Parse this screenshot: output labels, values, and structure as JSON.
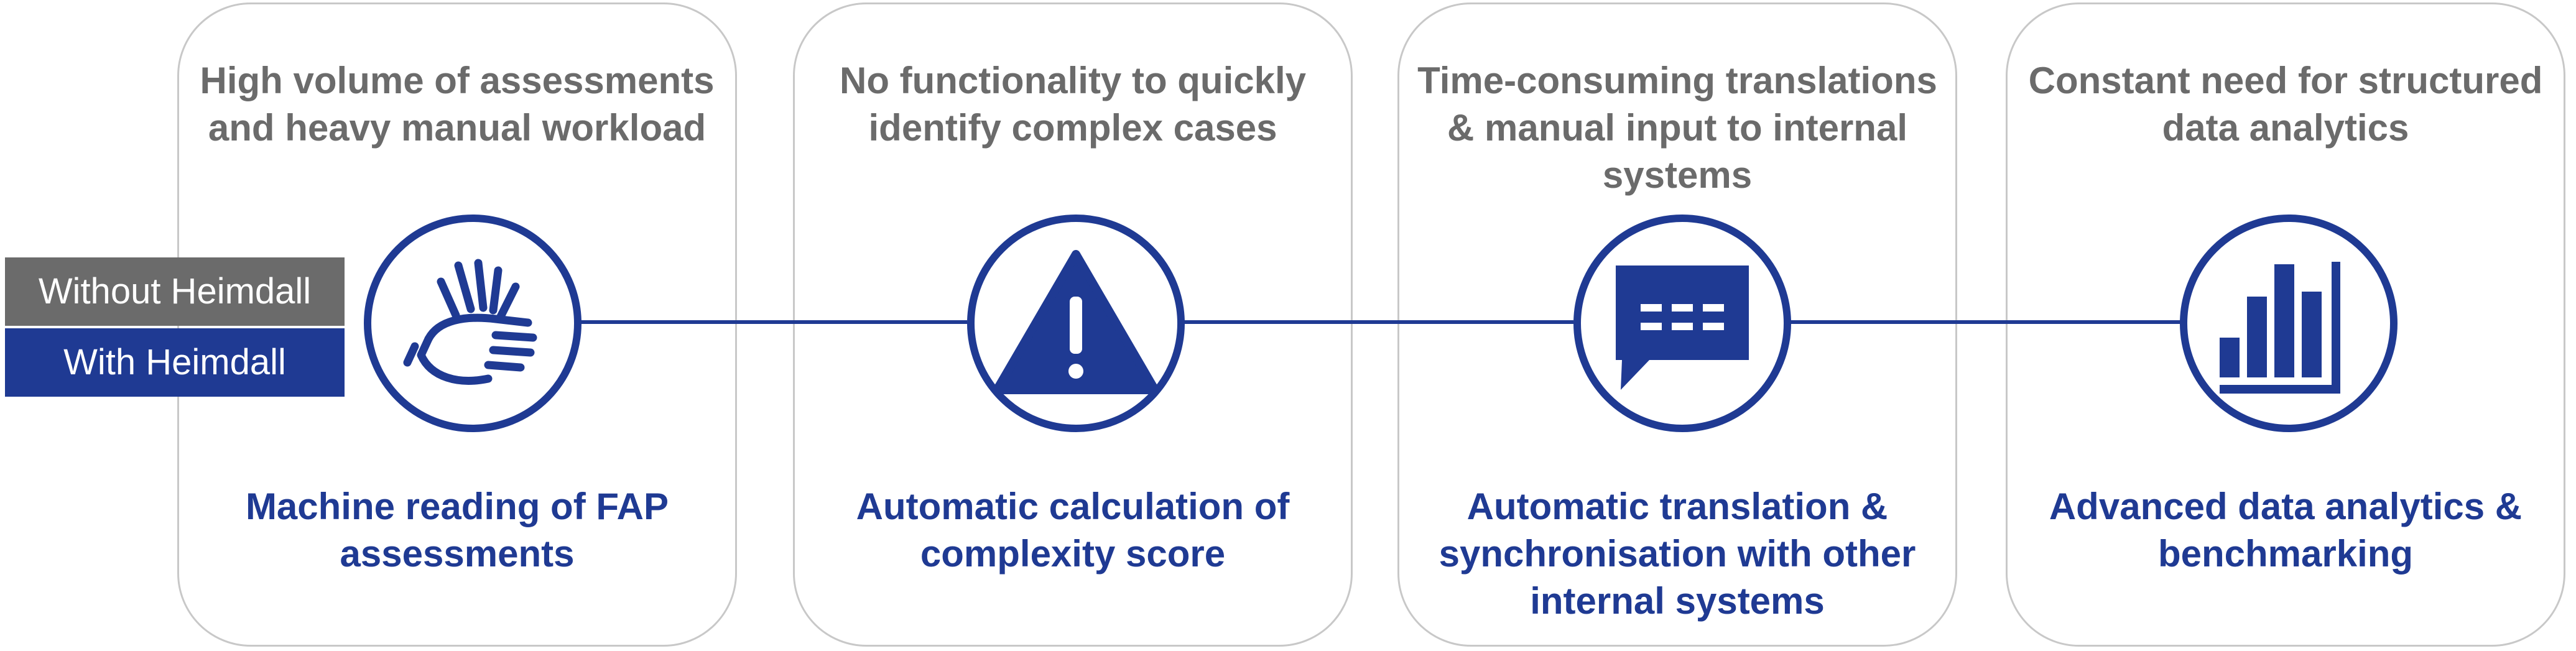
{
  "legend": {
    "without_label": "Without Heimdall",
    "with_label": "With Heimdall"
  },
  "cards": [
    {
      "problem": "High volume of assessments and heavy manual workload",
      "solution": "Machine reading of FAP assessments",
      "icon": "sign-language-hands-icon"
    },
    {
      "problem": "No functionality to quickly identify complex cases",
      "solution": "Automatic calculation of complexity score",
      "icon": "warning-triangle-icon"
    },
    {
      "problem": "Time-consuming translations & manual input to internal systems",
      "solution": "Automatic translation & synchronisation with other internal systems",
      "icon": "chat-bubble-icon"
    },
    {
      "problem": "Constant need for structured data analytics",
      "solution": "Advanced data analytics & benchmarking",
      "icon": "bar-chart-icon"
    }
  ],
  "colors": {
    "brand_blue": "#1f3a93",
    "problem_gray": "#6b6b6b",
    "card_border": "#c8c8c8"
  }
}
